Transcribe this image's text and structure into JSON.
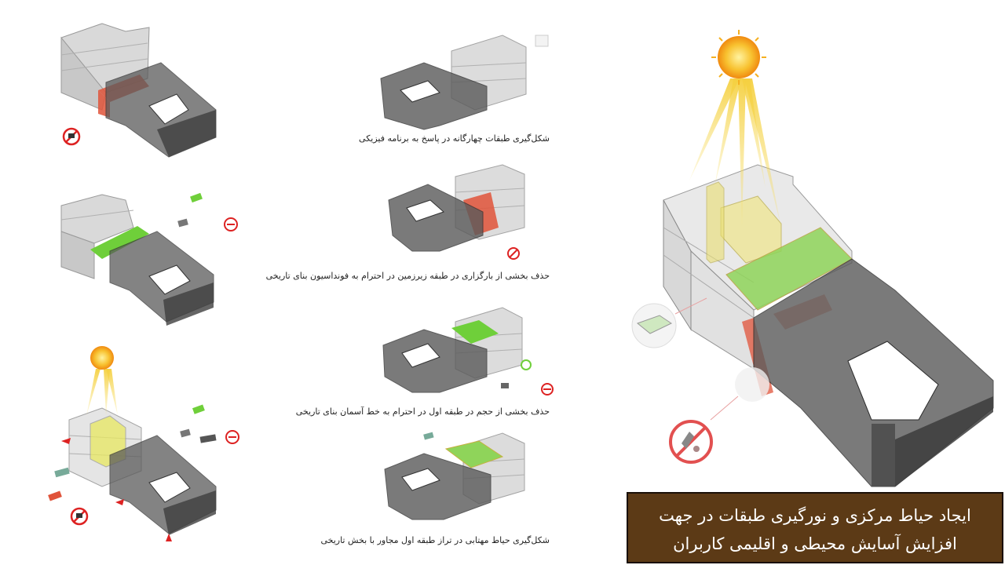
{
  "captions": {
    "step1": "شکل‌گیری طبقات چهارگانه در پاسخ به برنامه فیزیکی",
    "step2": "حذف بخشی از بارگزاری در طبقه زیرزمین در احترام به فونداسیون بنای تاریخی",
    "step3": "حذف بخشی از حجم در طبقه اول در احترام به خط آسمان بنای تاریخی",
    "step4": "شکل‌گیری حیاط مهتابی در تراز طبقه اول مجاور با بخش تاریخی"
  },
  "title": {
    "line1": "ایجاد حیاط مرکزی و نورگیری طبقات در جهت",
    "line2": "افزایش آسایش محیطی و اقلیمی کاربران"
  },
  "colors": {
    "mass": "#4a4a4a",
    "ghost": "#d2d2d2",
    "accent_red": "#e0533a",
    "accent_green": "#6fcf3a",
    "accent_yellow": "#f0e060",
    "sun": "#f5a623",
    "title_bg": "#5c3a16"
  }
}
